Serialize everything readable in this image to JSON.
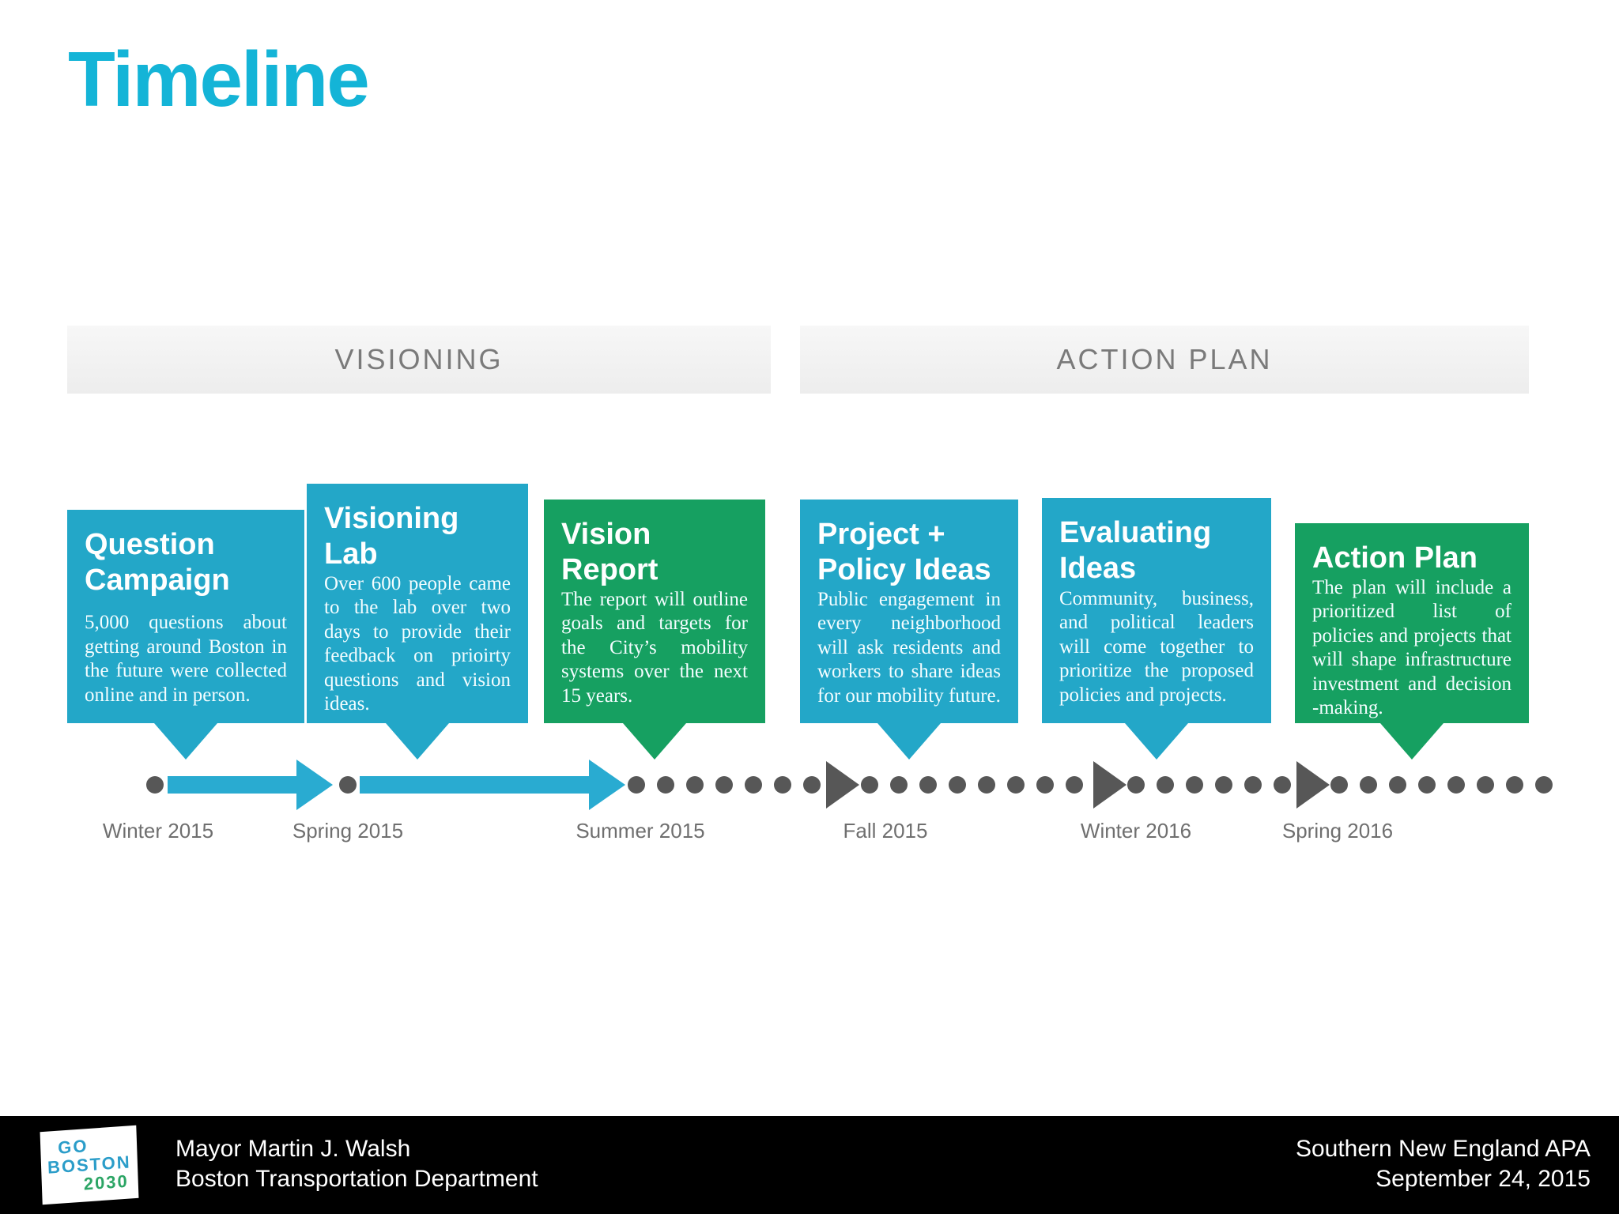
{
  "page": {
    "title": "Timeline"
  },
  "colors": {
    "title_color": "#14b4d7",
    "box_blue": "#23a7c8",
    "box_green": "#16a061",
    "phase_bar_bg": "#f1f1f1",
    "phase_bar_text": "#7a7a7a",
    "timeline_cyan": "#29abd1",
    "timeline_gray": "#575757",
    "date_text": "#6f6f6f",
    "footer_bg": "#000000",
    "footer_text": "#ffffff",
    "logo_blue": "#2b9dc9",
    "logo_green": "#2ca565"
  },
  "phases": [
    {
      "label": "VISIONING"
    },
    {
      "label": "ACTION PLAN"
    }
  ],
  "boxes": [
    {
      "title": "Question Campaign",
      "body": "5,000 questions about getting around Boston in the future were collected online and in person.",
      "color": "blue"
    },
    {
      "title": "Visioning Lab",
      "body": "Over 600 people came to the lab over two days to provide their feedback on prioirty questions and vision ideas.",
      "color": "blue"
    },
    {
      "title": "Vision Report",
      "body": "The report will outline goals and targets for the City’s mobility systems over the next 15 years.",
      "color": "green"
    },
    {
      "title": "Project + Policy Ideas",
      "body": "Public engagement in every neighborhood will ask residents and workers to share ideas for our mobility future.",
      "color": "blue"
    },
    {
      "title": "Evaluating Ideas",
      "body": "Community, business, and political leaders will come together to prioritize the proposed policies and projects.",
      "color": "blue"
    },
    {
      "title": "Action Plan",
      "body": "The plan will include a prioritized list of policies and projects that will shape infrastructure investment and decision -making.",
      "color": "green"
    }
  ],
  "timeline": {
    "milestones": [
      {
        "label": "Winter 2015",
        "marker": "dot"
      },
      {
        "label": "Spring 2015",
        "marker": "dot"
      },
      {
        "label": "Summer 2015",
        "marker": "cyan-arrowhead"
      },
      {
        "label": "Fall 2015",
        "marker": "gray-triangle"
      },
      {
        "label": "Winter 2016",
        "marker": "gray-triangle"
      },
      {
        "label": "Spring 2016",
        "marker": "gray-triangle"
      }
    ]
  },
  "footer": {
    "logo": {
      "line1": "GO",
      "line2": "BOSTON",
      "line3": "2030"
    },
    "left_line1": "Mayor Martin J. Walsh",
    "left_line2": "Boston Transportation Department",
    "right_line1": "Southern New England APA",
    "right_line2": "September 24, 2015"
  }
}
